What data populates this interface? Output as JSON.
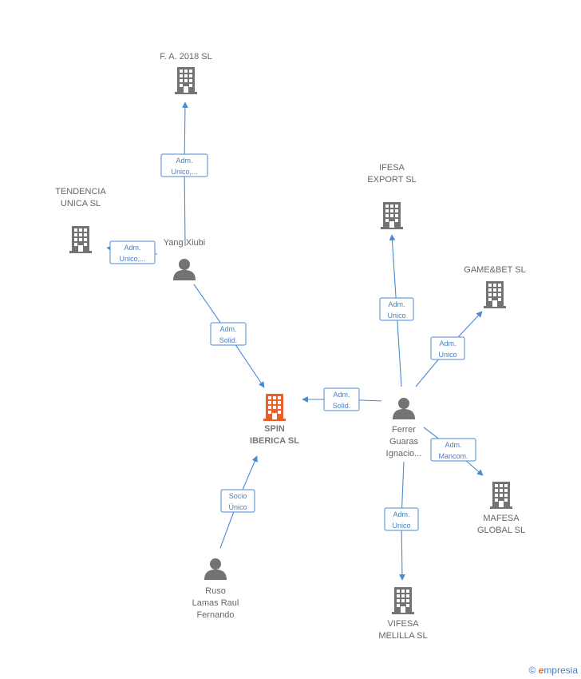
{
  "colors": {
    "edge": "#4a8ad4",
    "edge_text": "#4a7fc1",
    "node": "#737373",
    "main_node": "#e8602c",
    "label": "#666666"
  },
  "nodes": [
    {
      "id": "spin",
      "type": "company",
      "main": true,
      "lines": [
        "SPIN",
        "IBERICA  SL"
      ]
    },
    {
      "id": "fa2018",
      "type": "company",
      "lines": [
        "F. A. 2018  SL"
      ]
    },
    {
      "id": "tendencia",
      "type": "company",
      "lines": [
        "TENDENCIA",
        "UNICA  SL"
      ]
    },
    {
      "id": "yang",
      "type": "person",
      "lines": [
        "Yang Xiubi"
      ]
    },
    {
      "id": "ifesa",
      "type": "company",
      "lines": [
        "IFESA",
        "EXPORT  SL"
      ]
    },
    {
      "id": "gamebet",
      "type": "company",
      "lines": [
        "GAME&BET SL"
      ]
    },
    {
      "id": "ferrer",
      "type": "person",
      "lines": [
        "Ferrer",
        "Guaras",
        "Ignacio..."
      ]
    },
    {
      "id": "mafesa",
      "type": "company",
      "lines": [
        "MAFESA",
        "GLOBAL  SL"
      ]
    },
    {
      "id": "vifesa",
      "type": "company",
      "lines": [
        "VIFESA",
        "MELILLA  SL"
      ]
    },
    {
      "id": "ruso",
      "type": "person",
      "lines": [
        "Ruso",
        "Lamas Raul",
        "Fernando"
      ]
    }
  ],
  "edges": [
    {
      "from": "yang",
      "to": "fa2018",
      "lines": [
        "Adm.",
        "Unico,..."
      ]
    },
    {
      "from": "yang",
      "to": "tendencia",
      "lines": [
        "Adm.",
        "Unico,..."
      ]
    },
    {
      "from": "yang",
      "to": "spin",
      "lines": [
        "Adm.",
        "Solid."
      ]
    },
    {
      "from": "ferrer",
      "to": "spin",
      "lines": [
        "Adm.",
        "Solid."
      ]
    },
    {
      "from": "ferrer",
      "to": "ifesa",
      "lines": [
        "Adm.",
        "Unico"
      ]
    },
    {
      "from": "ferrer",
      "to": "gamebet",
      "lines": [
        "Adm.",
        "Unico"
      ]
    },
    {
      "from": "ferrer",
      "to": "mafesa",
      "lines": [
        "Adm.",
        "Mancom."
      ]
    },
    {
      "from": "ferrer",
      "to": "vifesa",
      "lines": [
        "Adm.",
        "Unico"
      ]
    },
    {
      "from": "ruso",
      "to": "spin",
      "lines": [
        "Socio",
        "Único"
      ]
    }
  ],
  "watermark": {
    "symbol": "©",
    "brand_initial": "e",
    "brand_rest": "mpresia"
  }
}
